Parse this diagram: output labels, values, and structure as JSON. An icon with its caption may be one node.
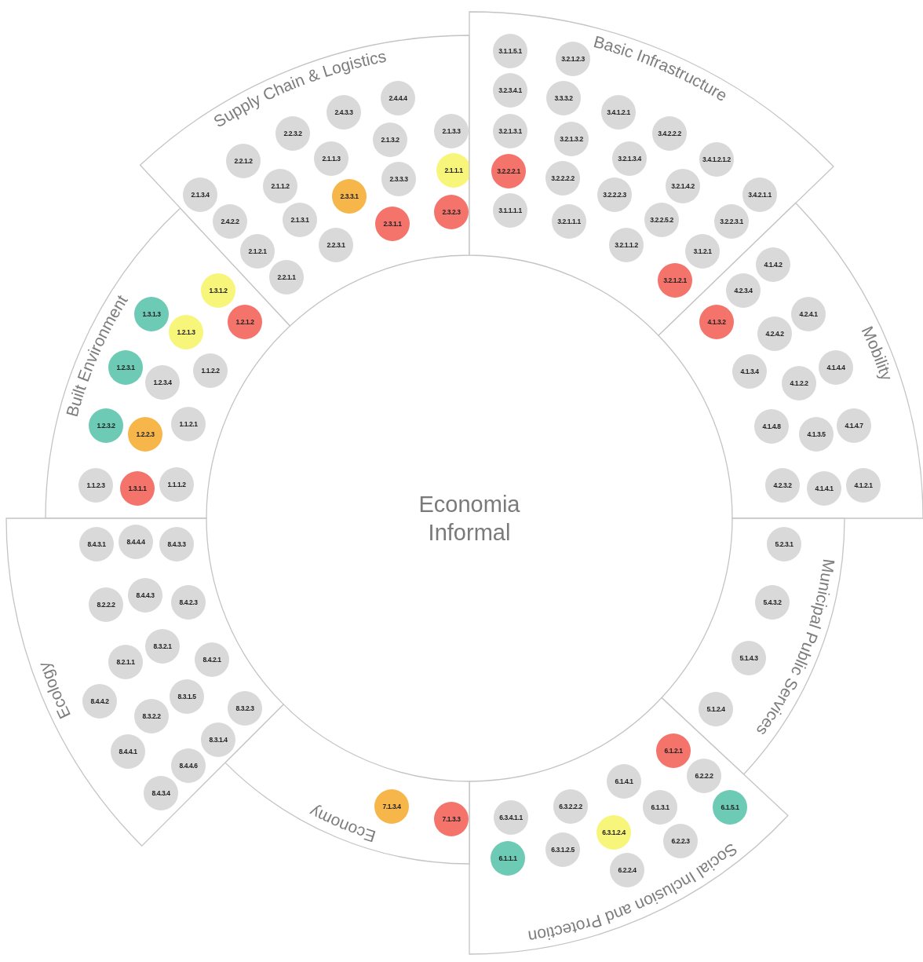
{
  "diagram": {
    "nodes": [
      {
        "text": [
          "Built Environment"
        ]
      },
      {
        "text": [
          "1.3.1.2"
        ],
        "in": 0
      },
      {
        "text": [
          "1.3.1.3"
        ],
        "in": 0
      },
      {
        "text": [
          "1.2.1.2"
        ],
        "in": 0
      },
      {
        "text": [
          "1.2.1.3"
        ],
        "in": 0
      },
      {
        "text": [
          "1.2.3.1"
        ],
        "in": 0
      },
      {
        "text": [
          "1.2.3.4"
        ],
        "in": 0
      },
      {
        "text": [
          "1.1.2.2"
        ],
        "in": 0
      },
      {
        "text": [
          "1.2.3.2"
        ],
        "in": 0
      },
      {
        "text": [
          "1.2.2.3"
        ],
        "in": 0
      },
      {
        "text": [
          "1.1.2.1"
        ],
        "in": 0
      },
      {
        "text": [
          "1.1.2.3"
        ],
        "in": 0
      },
      {
        "text": [
          "1.3.1.1"
        ],
        "in": 0
      },
      {
        "text": [
          "1.1.1.2"
        ],
        "in": 0
      },
      {
        "text": [
          "Supply Chain & Logistics"
        ]
      },
      {
        "text": [
          "2.4.4.4"
        ],
        "in": 14
      },
      {
        "text": [
          "2.4.3.3"
        ],
        "in": 14
      },
      {
        "text": [
          "2.1.3.3"
        ],
        "in": 14
      },
      {
        "text": [
          "2.2.3.2"
        ],
        "in": 14
      },
      {
        "text": [
          "2.1.3.2"
        ],
        "in": 14
      },
      {
        "text": [
          "2.2.1.2"
        ],
        "in": 14
      },
      {
        "text": [
          "2.1.1.3"
        ],
        "in": 14
      },
      {
        "text": [
          "2.1.1.1"
        ],
        "in": 14
      },
      {
        "text": [
          "2.3.3.3"
        ],
        "in": 14
      },
      {
        "text": [
          "2.1.1.2"
        ],
        "in": 14
      },
      {
        "text": [
          "2.1.3.4"
        ],
        "in": 14
      },
      {
        "text": [
          "2.3.3.1"
        ],
        "in": 14
      },
      {
        "text": [
          "2.3.2.3"
        ],
        "in": 14
      },
      {
        "text": [
          "2.3.1.1"
        ],
        "in": 14
      },
      {
        "text": [
          "2.4.2.2"
        ],
        "in": 14
      },
      {
        "text": [
          "2.1.3.1"
        ],
        "in": 14
      },
      {
        "text": [
          "2.2.3.1"
        ],
        "in": 14
      },
      {
        "text": [
          "2.1.2.1"
        ],
        "in": 14
      },
      {
        "text": [
          "2.2.1.1"
        ],
        "in": 14
      },
      {
        "text": [
          "Basic Infrastructure"
        ]
      },
      {
        "text": [
          "3.1.1.5.1"
        ],
        "in": 34
      },
      {
        "text": [
          "3.2.1.2.3"
        ],
        "in": 34
      },
      {
        "text": [
          "3.2.3.4.1"
        ],
        "in": 34
      },
      {
        "text": [
          "3.3.3.2"
        ],
        "in": 34
      },
      {
        "text": [
          "3.4.1.2.1"
        ],
        "in": 34
      },
      {
        "text": [
          "3.2.1.3.1"
        ],
        "in": 34
      },
      {
        "text": [
          "3.4.2.2.2"
        ],
        "in": 34
      },
      {
        "text": [
          "3.2.1.3.2"
        ],
        "in": 34
      },
      {
        "text": [
          "3.2.1.3.4"
        ],
        "in": 34
      },
      {
        "text": [
          "3.4.1.2.1.2"
        ],
        "in": 34
      },
      {
        "text": [
          "3.2.2.2.1"
        ],
        "in": 34
      },
      {
        "text": [
          "3.2.2.2.2"
        ],
        "in": 34
      },
      {
        "text": [
          "3.2.1.4.2"
        ],
        "in": 34
      },
      {
        "text": [
          "3.2.2.2.3"
        ],
        "in": 34
      },
      {
        "text": [
          "3.4.2.1.1"
        ],
        "in": 34
      },
      {
        "text": [
          "3.1.1.1.1"
        ],
        "in": 34
      },
      {
        "text": [
          "3.2.1.1.1"
        ],
        "in": 34
      },
      {
        "text": [
          "3.2.2.5.2"
        ],
        "in": 34
      },
      {
        "text": [
          "3.2.2.3.1"
        ],
        "in": 34
      },
      {
        "text": [
          "3.2.1.1.2"
        ],
        "in": 34
      },
      {
        "text": [
          "3.1.2.1"
        ],
        "in": 34
      },
      {
        "text": [
          "3.2.1.2.1"
        ],
        "in": 34
      },
      {
        "text": [
          "Mobility"
        ]
      },
      {
        "text": [
          "4.1.4.2"
        ],
        "in": 57
      },
      {
        "text": [
          "4.2.3.4"
        ],
        "in": 57
      },
      {
        "text": [
          "4.1.3.2"
        ],
        "in": 57
      },
      {
        "text": [
          "4.2.4.1"
        ],
        "in": 57
      },
      {
        "text": [
          "4.2.4.2"
        ],
        "in": 57
      },
      {
        "text": [
          "4.1.3.4"
        ],
        "in": 57
      },
      {
        "text": [
          "4.1.4.4"
        ],
        "in": 57
      },
      {
        "text": [
          "4.1.2.2"
        ],
        "in": 57
      },
      {
        "text": [
          "4.1.4.8"
        ],
        "in": 57
      },
      {
        "text": [
          "4.1.3.5"
        ],
        "in": 57
      },
      {
        "text": [
          "4.1.4.7"
        ],
        "in": 57
      },
      {
        "text": [
          "4.2.3.2"
        ],
        "in": 57
      },
      {
        "text": [
          "4.1.4.1"
        ],
        "in": 57
      },
      {
        "text": [
          "4.1.2.1"
        ],
        "in": 57
      },
      {
        "text": [
          "Municipal Public Services"
        ]
      },
      {
        "text": [
          "5.2.3.1"
        ],
        "in": 72
      },
      {
        "text": [
          "5.4.3.2"
        ],
        "in": 72
      },
      {
        "text": [
          "5.1.4.3"
        ],
        "in": 72
      },
      {
        "text": [
          "5.1.2.4"
        ],
        "in": 72
      },
      {
        "text": [
          "Social Inclusion and Protection"
        ]
      },
      {
        "text": [
          "6.1.2.1"
        ],
        "in": 77
      },
      {
        "text": [
          "6.2.2.2"
        ],
        "in": 77
      },
      {
        "text": [
          "6.1.4.1"
        ],
        "in": 77
      },
      {
        "text": [
          "6.1.5.1"
        ],
        "in": 77
      },
      {
        "text": [
          "6.3.4.1.1"
        ],
        "in": 77
      },
      {
        "text": [
          "6.3.2.2.2"
        ],
        "in": 77
      },
      {
        "text": [
          "6.1.3.1"
        ],
        "in": 77
      },
      {
        "text": [
          "6.3.1.2.4"
        ],
        "in": 77
      },
      {
        "text": [
          "6.2.2.3"
        ],
        "in": 77
      },
      {
        "text": [
          "6.1.1.1"
        ],
        "in": 77
      },
      {
        "text": [
          "6.3.1.2.5"
        ],
        "in": 77
      },
      {
        "text": [
          "6.2.2.4"
        ],
        "in": 77
      },
      {
        "text": [
          "Economy"
        ]
      },
      {
        "text": [
          "7.1.3.4"
        ],
        "in": 90
      },
      {
        "text": [
          "7.1.3.3"
        ],
        "in": 90
      },
      {
        "text": [
          "Ecology"
        ]
      },
      {
        "text": [
          "8.4.3.1"
        ],
        "in": 93
      },
      {
        "text": [
          "8.4.4.4"
        ],
        "in": 93
      },
      {
        "text": [
          "8.4.3.3"
        ],
        "in": 93
      },
      {
        "text": [
          "8.2.2.2"
        ],
        "in": 93
      },
      {
        "text": [
          "8.4.4.3"
        ],
        "in": 93
      },
      {
        "text": [
          "8.4.2.3"
        ],
        "in": 93
      },
      {
        "text": [
          "8.3.2.1"
        ],
        "in": 93
      },
      {
        "text": [
          "8.2.1.1"
        ],
        "in": 93
      },
      {
        "text": [
          "8.4.2.1"
        ],
        "in": 93
      },
      {
        "text": [
          "8.4.4.2"
        ],
        "in": 93
      },
      {
        "text": [
          "8.3.1.5"
        ],
        "in": 93
      },
      {
        "text": [
          "8.3.2.2"
        ],
        "in": 93
      },
      {
        "text": [
          "8.3.2.3"
        ],
        "in": 93
      },
      {
        "text": [
          "8.3.1.4"
        ],
        "in": 93
      },
      {
        "text": [
          "8.4.4.1"
        ],
        "in": 93
      },
      {
        "text": [
          "8.4.4.6"
        ],
        "in": 93
      },
      {
        "text": [
          "8.4.3.4"
        ],
        "in": 93
      }
    ],
    "labels": [
      "Economia Informal"
    ]
  }
}
